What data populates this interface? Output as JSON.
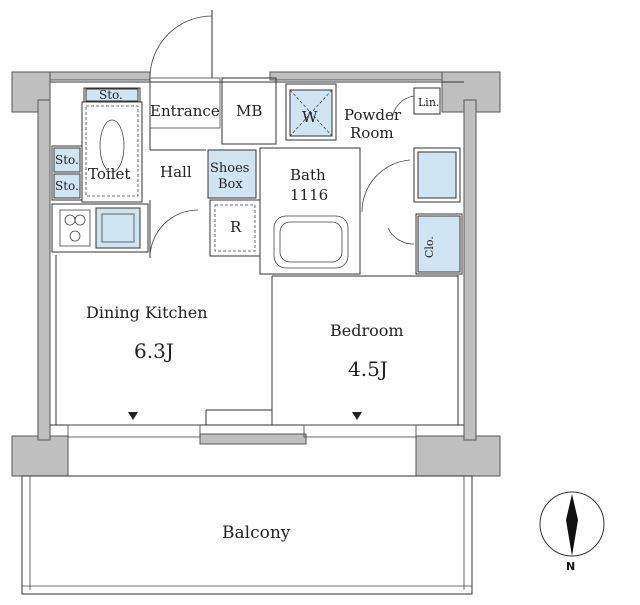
{
  "labels": {
    "entrance": "Entrance",
    "mb": "MB",
    "powder_room_1": "Powder",
    "powder_room_2": "Room",
    "w": "W",
    "lin": "Lin.",
    "sto_top": "Sto.",
    "sto_left_1": "Sto.",
    "sto_left_2": "Sto.",
    "toilet": "Toilet",
    "hall": "Hall",
    "shoes_box_1": "Shoes",
    "shoes_box_2": "Box",
    "bath": "Bath",
    "bath_size": "1116",
    "r": "R",
    "clo": "Clo.",
    "dining_kitchen": "Dining Kitchen",
    "dining_kitchen_size": "6.3J",
    "bedroom": "Bedroom",
    "bedroom_size": "4.5J",
    "balcony": "Balcony",
    "north": "N"
  },
  "colors": {
    "wall": "#bfbfbf",
    "fixture_blue": "#cfe6f2",
    "line": "#333333"
  }
}
